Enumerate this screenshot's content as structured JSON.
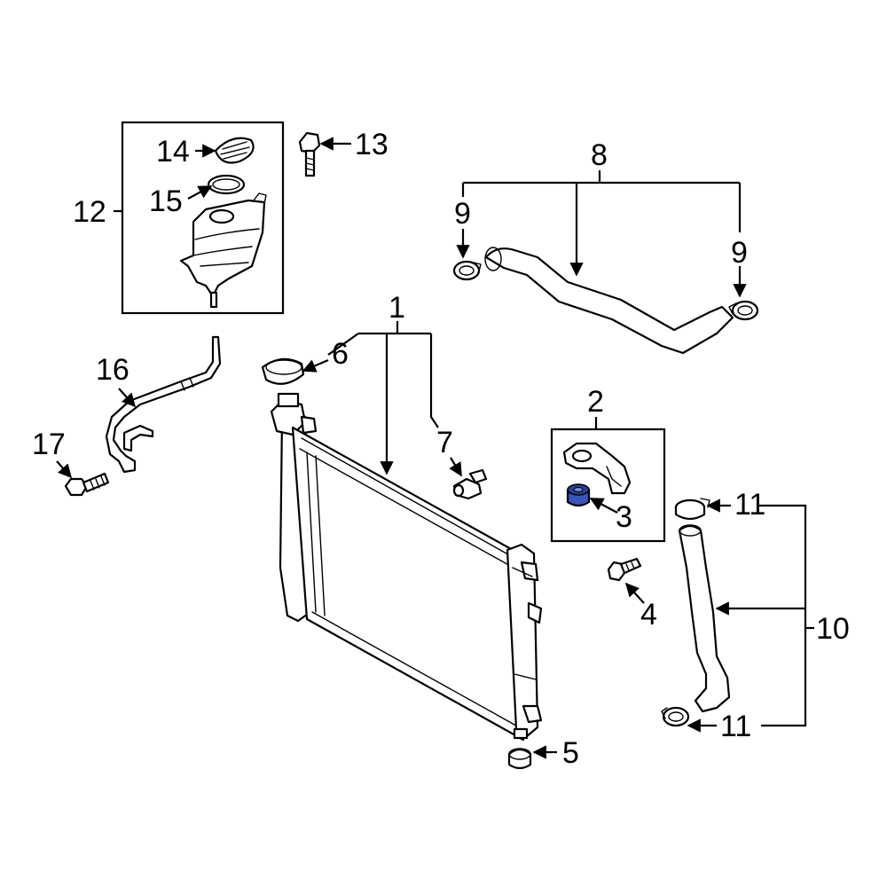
{
  "callouts": {
    "c1": "1",
    "c2": "2",
    "c3": "3",
    "c4": "4",
    "c5": "5",
    "c6": "6",
    "c7": "7",
    "c8": "8",
    "c9a": "9",
    "c9b": "9",
    "c10": "10",
    "c11a": "11",
    "c11b": "11",
    "c12": "12",
    "c13": "13",
    "c14": "14",
    "c15": "15",
    "c16": "16",
    "c17": "17"
  },
  "colors": {
    "highlight": "#3a55b8",
    "line": "#000000",
    "background": "#ffffff"
  }
}
